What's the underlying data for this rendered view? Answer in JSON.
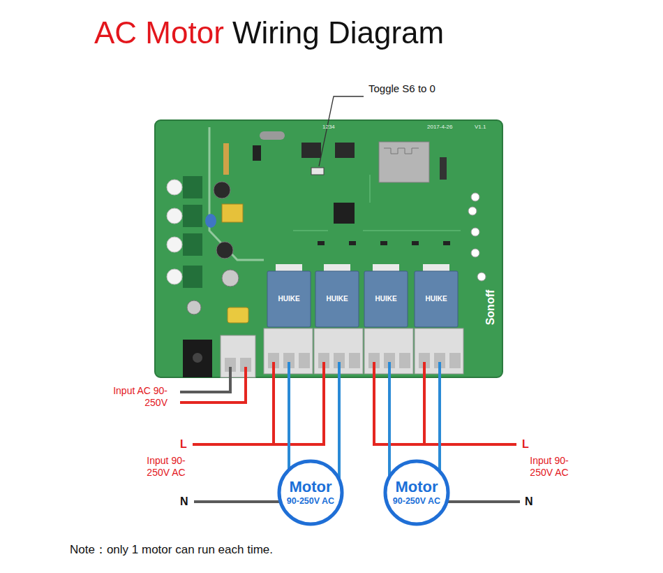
{
  "diagram": {
    "title": "AC Motor Wiring Diagram",
    "nodes": [
      {
        "text": [
          "Motor",
          "90-250V AC"
        ]
      },
      {
        "text": [
          "Motor",
          "90-250V AC"
        ]
      }
    ],
    "labels": [
      "Toggle S6 to 0",
      "1234",
      "2017-4-26",
      "V1.1",
      "Sonoff",
      "HUIKE",
      "HUIKE",
      "HUIKE",
      "HUIKE",
      "Input AC 90-250V",
      "L",
      "L",
      "Input 90-250V AC",
      "Input 90-250V AC",
      "N",
      "N",
      "Note：only 1 motor can run each time."
    ]
  }
}
